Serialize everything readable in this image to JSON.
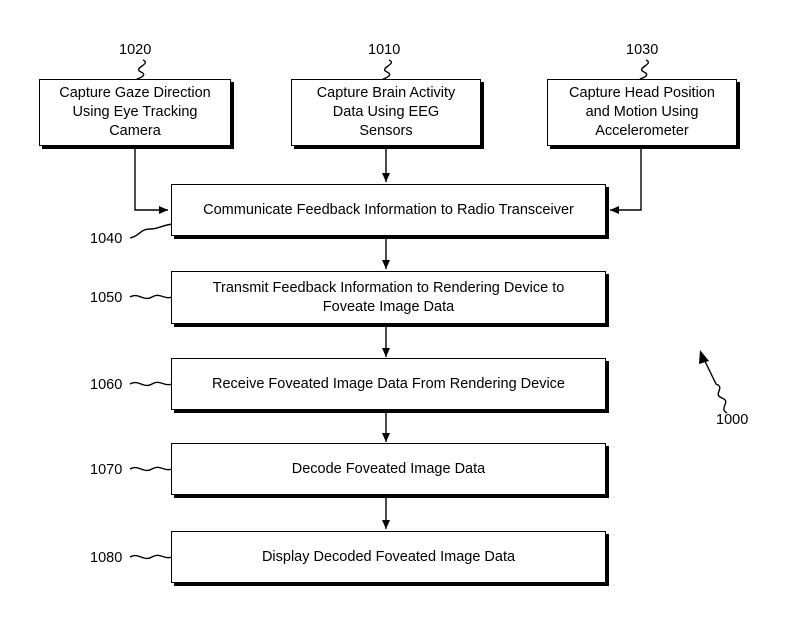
{
  "figure": {
    "ref": "1000",
    "steps": {
      "gaze": {
        "ref": "1020",
        "text": "Capture Gaze Direction\nUsing Eye Tracking\nCamera"
      },
      "brain": {
        "ref": "1010",
        "text": "Capture Brain Activity\nData Using EEG\nSensors"
      },
      "head": {
        "ref": "1030",
        "text": "Capture Head Position\nand Motion Using\nAccelerometer"
      },
      "communicate": {
        "ref": "1040",
        "text": "Communicate Feedback Information to Radio Transceiver"
      },
      "transmit": {
        "ref": "1050",
        "text": "Transmit Feedback Information to Rendering Device to\nFoveate Image Data"
      },
      "receive": {
        "ref": "1060",
        "text": "Receive Foveated Image Data From Rendering Device"
      },
      "decode": {
        "ref": "1070",
        "text": "Decode Foveated Image Data"
      },
      "display": {
        "ref": "1080",
        "text": "Display Decoded Foveated Image Data"
      }
    }
  }
}
